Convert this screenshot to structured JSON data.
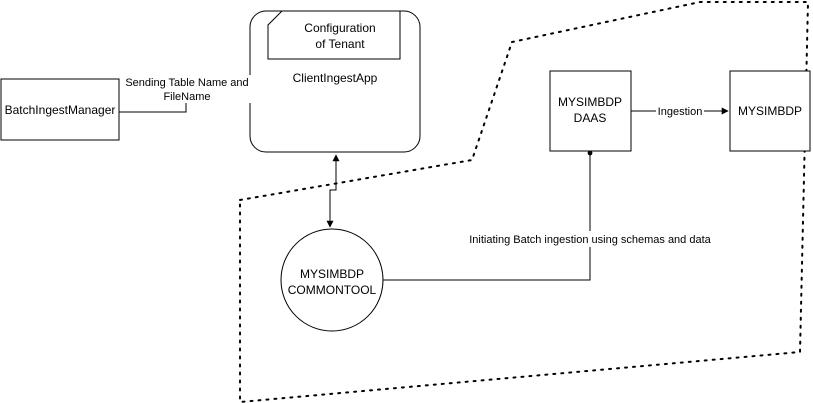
{
  "nodes": {
    "batch_ingest_manager": {
      "label": "BatchIngestManager"
    },
    "client_ingest_app": {
      "label": "ClientIngestApp"
    },
    "config_note": {
      "line1": "Configuration",
      "line2": "of Tenant"
    },
    "daas": {
      "line1": "MYSIMBDP",
      "line2": "DAAS"
    },
    "mysimbdp": {
      "label": "MYSIMBDP"
    },
    "commontool": {
      "line1": "MYSIMBDP",
      "line2": "COMMONTOOL"
    }
  },
  "edges": {
    "sending": {
      "line1": "Sending Table Name and",
      "line2": "FileName"
    },
    "ingestion": {
      "label": "Ingestion"
    },
    "initiating": {
      "label": "Initiating Batch ingestion using schemas and data"
    }
  },
  "colors": {
    "stroke": "#000000",
    "background": "#ffffff"
  }
}
